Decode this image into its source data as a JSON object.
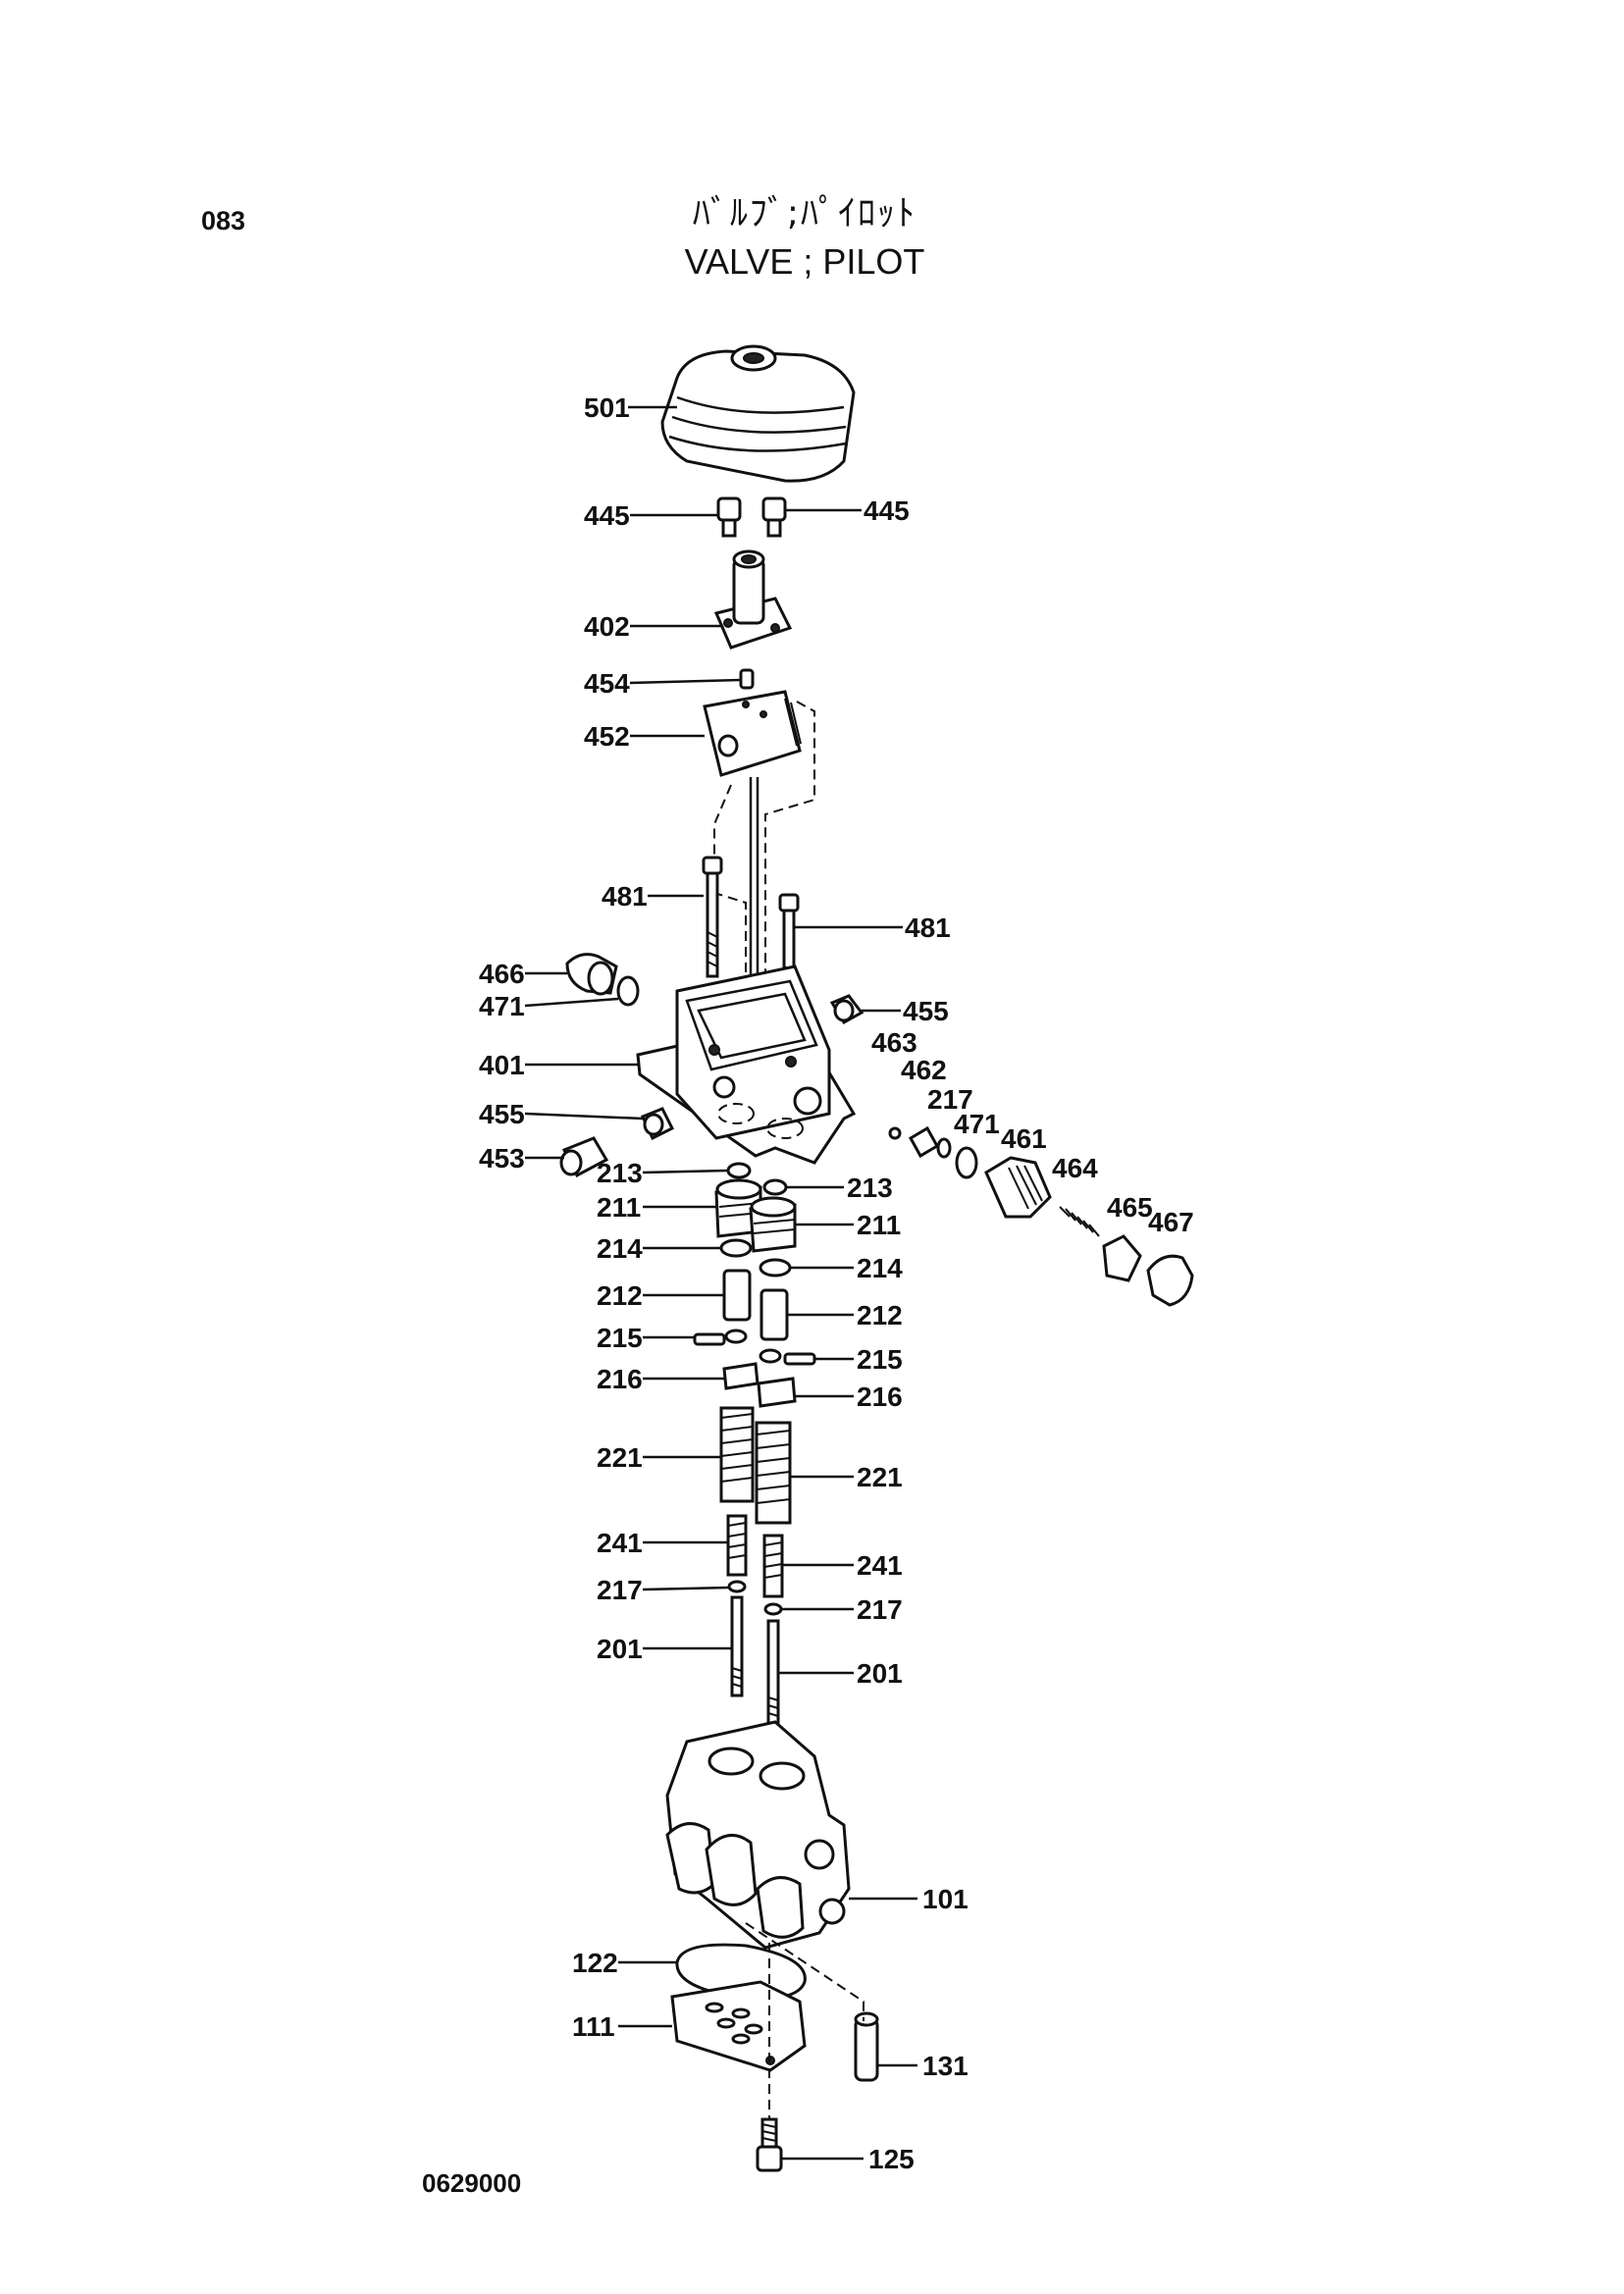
{
  "header": {
    "page_id": "083",
    "title_jp": "ﾊﾞﾙﾌﾞ;ﾊﾟｲﾛｯﾄ",
    "title_en": "VALVE ; PILOT"
  },
  "footer": {
    "doc_code": "0629000"
  },
  "callouts": [
    {
      "id": "c501",
      "label": "501"
    },
    {
      "id": "c445a",
      "label": "445"
    },
    {
      "id": "c445b",
      "label": "445"
    },
    {
      "id": "c402",
      "label": "402"
    },
    {
      "id": "c454",
      "label": "454"
    },
    {
      "id": "c452",
      "label": "452"
    },
    {
      "id": "c481a",
      "label": "481"
    },
    {
      "id": "c481b",
      "label": "481"
    },
    {
      "id": "c466",
      "label": "466"
    },
    {
      "id": "c471a",
      "label": "471"
    },
    {
      "id": "c455a",
      "label": "455"
    },
    {
      "id": "c401",
      "label": "401"
    },
    {
      "id": "c455b",
      "label": "455"
    },
    {
      "id": "c453",
      "label": "453"
    },
    {
      "id": "c463",
      "label": "463"
    },
    {
      "id": "c462",
      "label": "462"
    },
    {
      "id": "c217c",
      "label": "217"
    },
    {
      "id": "c471b",
      "label": "471"
    },
    {
      "id": "c461",
      "label": "461"
    },
    {
      "id": "c464",
      "label": "464"
    },
    {
      "id": "c465",
      "label": "465"
    },
    {
      "id": "c467",
      "label": "467"
    },
    {
      "id": "c213a",
      "label": "213"
    },
    {
      "id": "c213b",
      "label": "213"
    },
    {
      "id": "c211a",
      "label": "211"
    },
    {
      "id": "c211b",
      "label": "211"
    },
    {
      "id": "c214a",
      "label": "214"
    },
    {
      "id": "c214b",
      "label": "214"
    },
    {
      "id": "c212a",
      "label": "212"
    },
    {
      "id": "c212b",
      "label": "212"
    },
    {
      "id": "c215a",
      "label": "215"
    },
    {
      "id": "c215b",
      "label": "215"
    },
    {
      "id": "c216a",
      "label": "216"
    },
    {
      "id": "c216b",
      "label": "216"
    },
    {
      "id": "c221a",
      "label": "221"
    },
    {
      "id": "c221b",
      "label": "221"
    },
    {
      "id": "c241a",
      "label": "241"
    },
    {
      "id": "c241b",
      "label": "241"
    },
    {
      "id": "c217a",
      "label": "217"
    },
    {
      "id": "c217b",
      "label": "217"
    },
    {
      "id": "c201a",
      "label": "201"
    },
    {
      "id": "c201b",
      "label": "201"
    },
    {
      "id": "c101",
      "label": "101"
    },
    {
      "id": "c122",
      "label": "122"
    },
    {
      "id": "c111",
      "label": "111"
    },
    {
      "id": "c131",
      "label": "131"
    },
    {
      "id": "c125",
      "label": "125"
    }
  ]
}
